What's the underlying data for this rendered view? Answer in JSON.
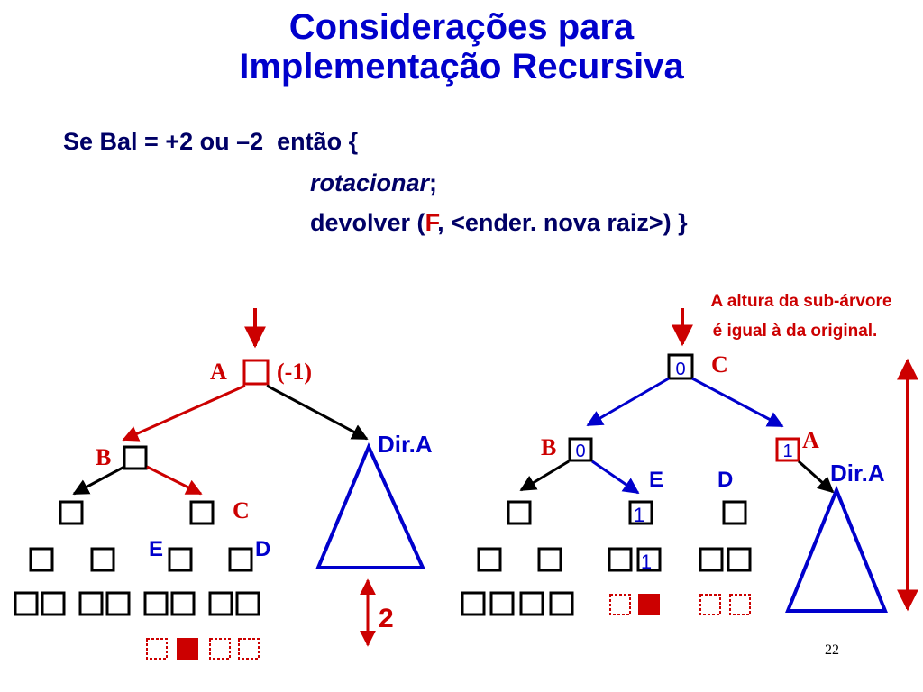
{
  "slide": {
    "title_line1": "Considerações para",
    "title_line2": "Implementação Recursiva",
    "code_line1": "Se Bal = +2 ou –2  então {",
    "code_rotate": "rotacionar",
    "code_semicolon": ";",
    "code_return_prefix": "devolver (",
    "code_return_F": "F",
    "code_return_suffix": ", <ender. nova raiz>) }",
    "page_number": "22"
  },
  "left_tree": {
    "label_A": "A",
    "balance_A": "(-1)",
    "label_B": "B",
    "label_C": "C",
    "label_E": "E",
    "label_D": "D",
    "subtree_label": "Dir.A",
    "height_diff": "2"
  },
  "right_tree": {
    "label_C": "C",
    "label_B": "B",
    "label_A": "A",
    "label_E": "E",
    "label_D": "D",
    "subtree_label": "Dir.A",
    "value_C": "0",
    "value_B": "0",
    "value_A": "1",
    "e_digit1": "1",
    "e_digit2": "1",
    "note_line1": "A altura da sub-árvore",
    "note_line2": "é igual à da original."
  },
  "colors": {
    "title": "#0000cc",
    "code": "#000066",
    "highlight": "#cc0000",
    "blue": "#0000cc",
    "red": "#cc0000",
    "black": "#000000"
  }
}
